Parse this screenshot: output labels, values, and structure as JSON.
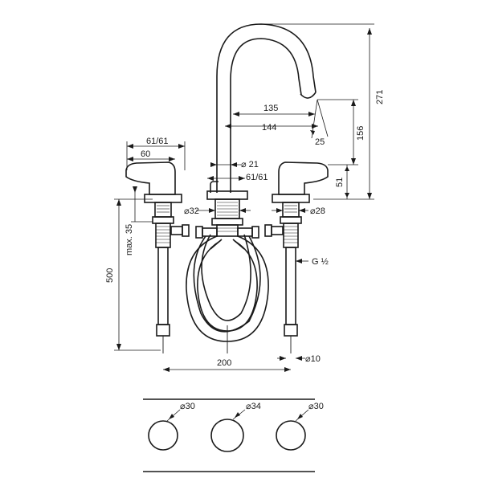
{
  "dimensions": {
    "d135": "135",
    "d144": "144",
    "d25": "25",
    "d271": "271",
    "d156": "156",
    "d51": "51",
    "d61_61_left": "61/61",
    "d60": "60",
    "d21": "⌀ 21",
    "d61_61_center": "61/61",
    "d32": "⌀32",
    "d28": "⌀28",
    "dmax35": "max. 35",
    "d500": "500",
    "dG": "G ½",
    "d10": "⌀10",
    "d200": "200",
    "cut30a": "⌀30",
    "cut34": "⌀34",
    "cut30b": "⌀30"
  }
}
